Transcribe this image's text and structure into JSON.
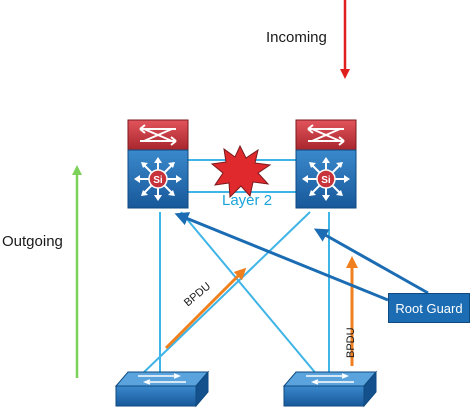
{
  "labels": {
    "incoming": "Incoming",
    "outgoing": "Outgoing",
    "layer2": "Layer 2",
    "bpdu_left": "BPDU",
    "bpdu_right": "BPDU",
    "root_guard": "Root Guard"
  },
  "colors": {
    "incoming_arrow": "#e01f1f",
    "outgoing_arrow": "#7cd15a",
    "links": "#3fb4e6",
    "bpdu_arrows": "#f07f1d",
    "root_guard_arrows": "#1b6cb3",
    "switch_body": "#1f6fb4",
    "switch_top": "#c8323a",
    "burst": "#e0292c"
  },
  "icons": {
    "core_switch": "multilayer-switch-icon",
    "access_switch": "workgroup-switch-icon",
    "failure": "explosion-burst-icon"
  }
}
